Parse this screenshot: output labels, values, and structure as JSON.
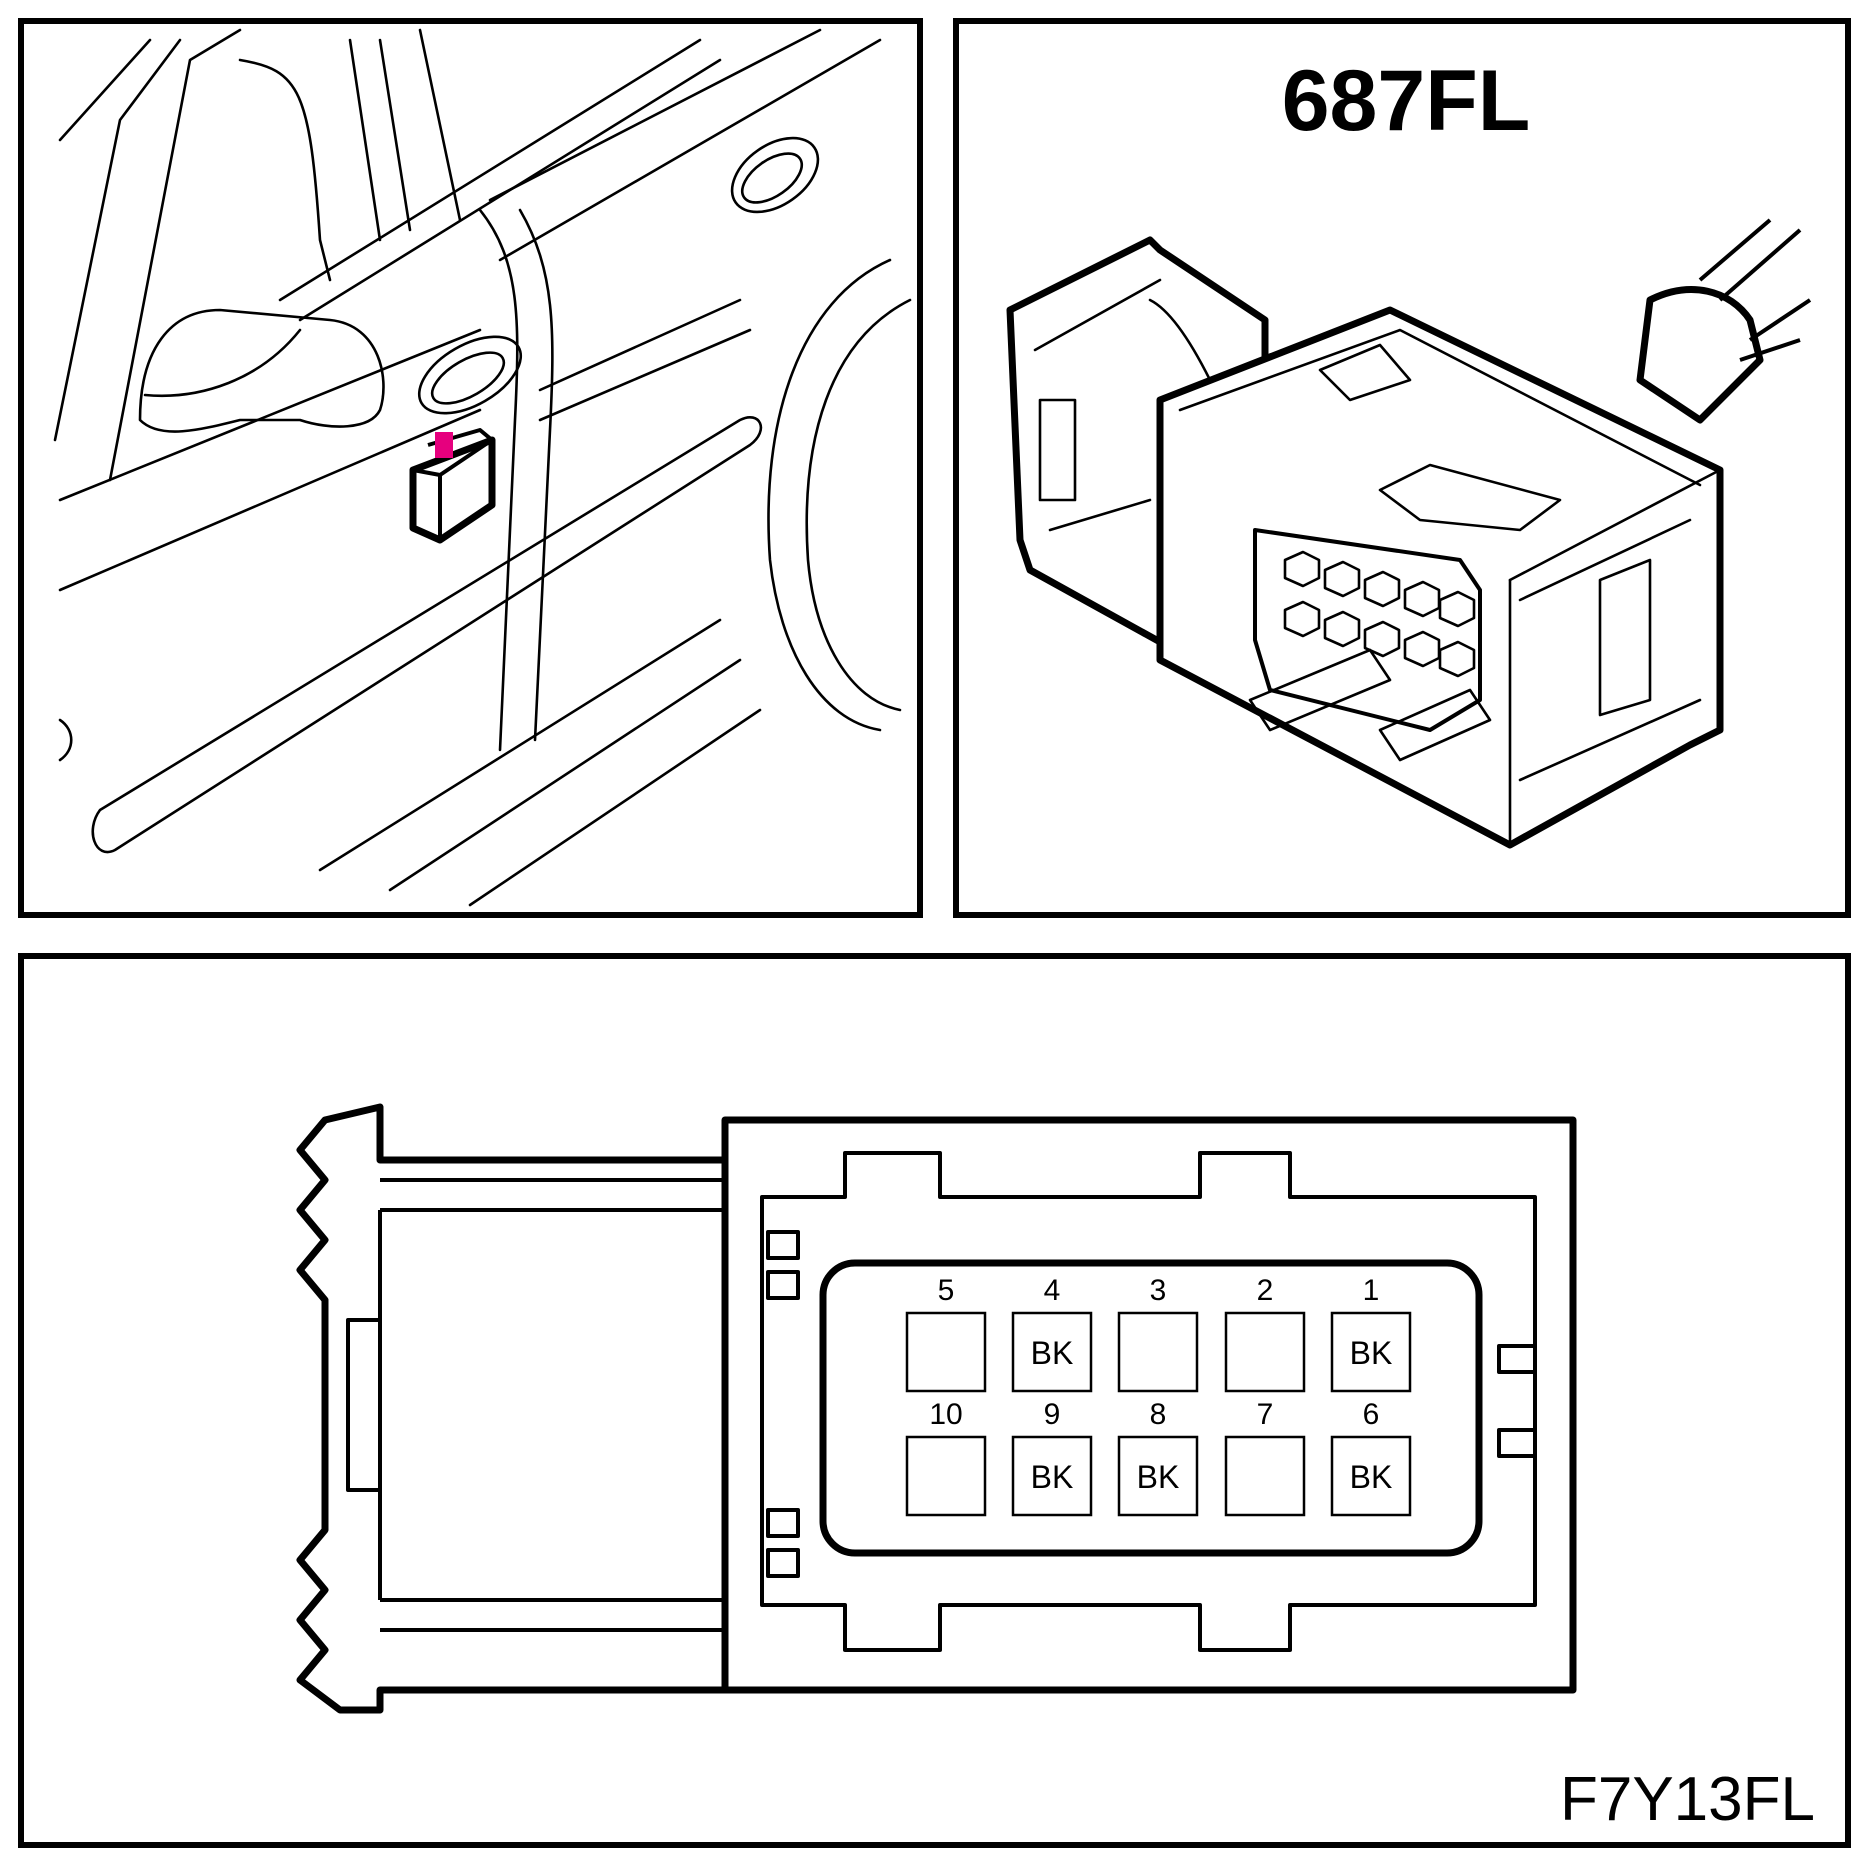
{
  "connector_title": "687FL",
  "figure_code": "F7Y13FL",
  "pins": [
    {
      "number": "5",
      "label": ""
    },
    {
      "number": "4",
      "label": "BK"
    },
    {
      "number": "3",
      "label": ""
    },
    {
      "number": "2",
      "label": ""
    },
    {
      "number": "1",
      "label": "BK"
    },
    {
      "number": "10",
      "label": ""
    },
    {
      "number": "9",
      "label": "BK"
    },
    {
      "number": "8",
      "label": "BK"
    },
    {
      "number": "7",
      "label": ""
    },
    {
      "number": "6",
      "label": "BK"
    }
  ],
  "colors": {
    "line": "#000000",
    "background": "#ffffff",
    "location_marker": "#e6007e"
  }
}
